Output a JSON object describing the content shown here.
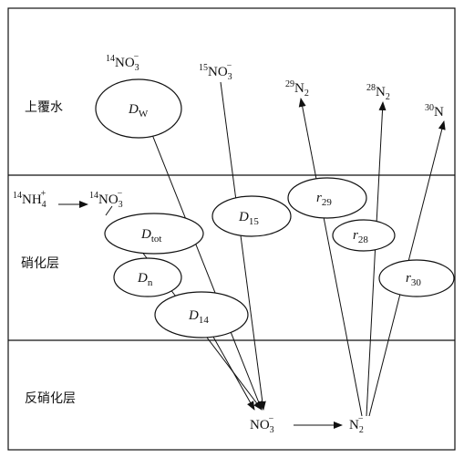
{
  "zones": {
    "overlying_water": "上覆水",
    "nitrification_layer": "硝化层",
    "denitrification_layer": "反硝化层"
  },
  "species": {
    "no3_14": {
      "mass": "14",
      "base": "NO",
      "sub": "3",
      "sup": "−"
    },
    "no3_15": {
      "mass": "15",
      "base": "NO",
      "sub": "3",
      "sup": "−"
    },
    "n2_29": {
      "mass": "29",
      "base": "N",
      "sub": "2"
    },
    "n2_28": {
      "mass": "28",
      "base": "N",
      "sub": "2"
    },
    "n_30": {
      "mass": "30",
      "base": "N"
    },
    "nh4_14": {
      "mass": "14",
      "base": "NH",
      "sub": "4",
      "sup": "+"
    },
    "no3_14_product": {
      "mass": "14",
      "base": "NO",
      "sub": "3",
      "sup": "−"
    },
    "no3_bottom": {
      "base": "NO",
      "sub": "3",
      "sup": "−"
    },
    "n2_bottom": {
      "base": "N",
      "sub": "2",
      "sup": "−"
    }
  },
  "rates": {
    "dw": {
      "sym": "D",
      "sub": "W"
    },
    "dtot": {
      "sym": "D",
      "sub": "tot"
    },
    "dn": {
      "sym": "D",
      "sub": "n"
    },
    "d14": {
      "sym": "D",
      "sub": "14"
    },
    "d15": {
      "sym": "D",
      "sub": "15"
    },
    "r29": {
      "sym": "r",
      "sub": "29"
    },
    "r28": {
      "sym": "r",
      "sub": "28"
    },
    "r30": {
      "sym": "r",
      "sub": "30"
    }
  }
}
